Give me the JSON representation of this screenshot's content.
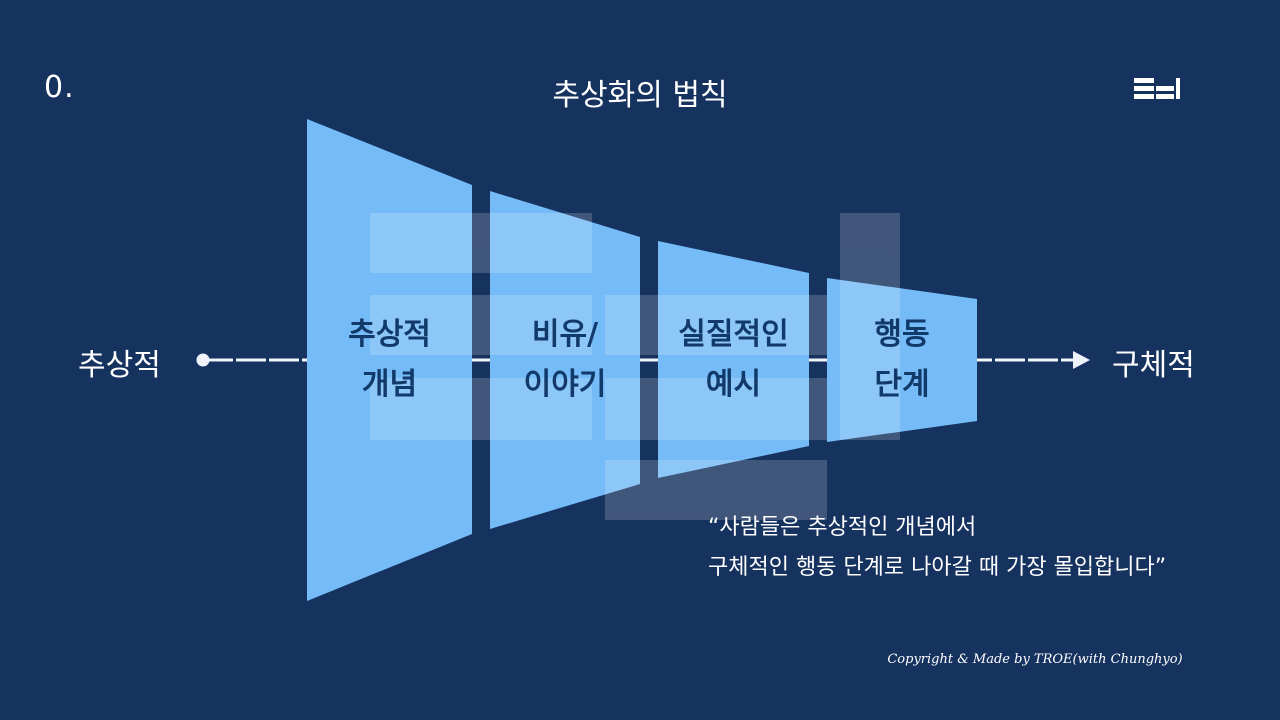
{
  "slide": {
    "number": "0.",
    "title": "추상화의 법칙"
  },
  "axis": {
    "left_label": "추상적",
    "right_label": "구체적"
  },
  "stages": [
    {
      "line1": "추상적",
      "line2": "개념"
    },
    {
      "line1": "비유/",
      "line2": "이야기"
    },
    {
      "line1": "실질적인",
      "line2": "예시"
    },
    {
      "line1": "행동",
      "line2": "단계"
    }
  ],
  "quote": {
    "line1": "“사람들은 추상적인 개념에서",
    "line2": "구체적인 행동 단계로 나아갈 때 가장 몰입합니다”"
  },
  "copyright": "Copyright & Made by TROE(with Chunghyo)",
  "colors": {
    "background": "#16325f",
    "funnel_fill": "#74bbf7",
    "stage_text": "#113a6a",
    "text": "#ffffff"
  },
  "icons": {
    "logo": "stacked-bars-logo-icon",
    "arrow": "arrow-right-icon"
  }
}
